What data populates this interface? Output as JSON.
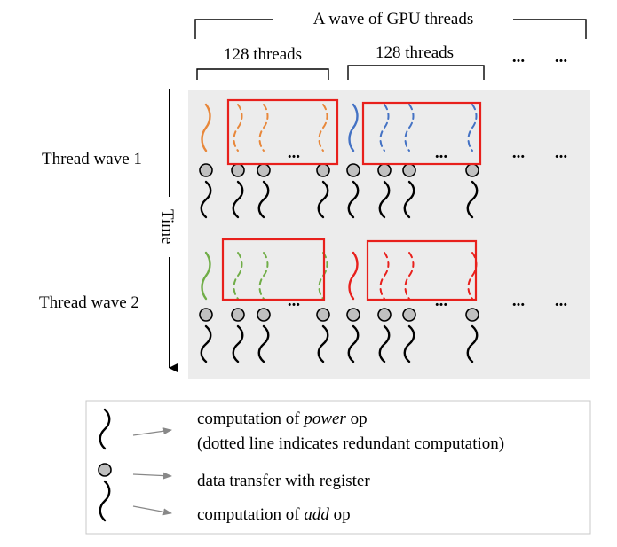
{
  "header": {
    "wave_label": "A wave of GPU threads",
    "group1_label": "128 threads",
    "group2_label": "128 threads",
    "ellipsis": "...",
    "ellipsis2": "..."
  },
  "rows": [
    {
      "label": "Thread wave 1",
      "group1_color": "#e8873a",
      "group2_color": "#4472c4",
      "ellipsis": "..."
    },
    {
      "label": "Thread wave 2",
      "group1_color": "#70ad47",
      "group2_color": "#e8201c",
      "ellipsis": "..."
    }
  ],
  "time_label": "Time",
  "row_ellipsis": [
    "...",
    "..."
  ],
  "legend": {
    "items": [
      {
        "line1": "computation of ",
        "italic": "power",
        "line1_tail": " op",
        "line2": "(dotted line indicates redundant computation)"
      },
      {
        "line1": "data transfer with register"
      },
      {
        "line1": "computation of ",
        "italic": "add",
        "line1_tail": " op"
      }
    ]
  },
  "colors": {
    "highlight_box": "#e8201c",
    "panel": "#ececec",
    "black": "#000000",
    "circle_fill": "#c0c0c0"
  }
}
